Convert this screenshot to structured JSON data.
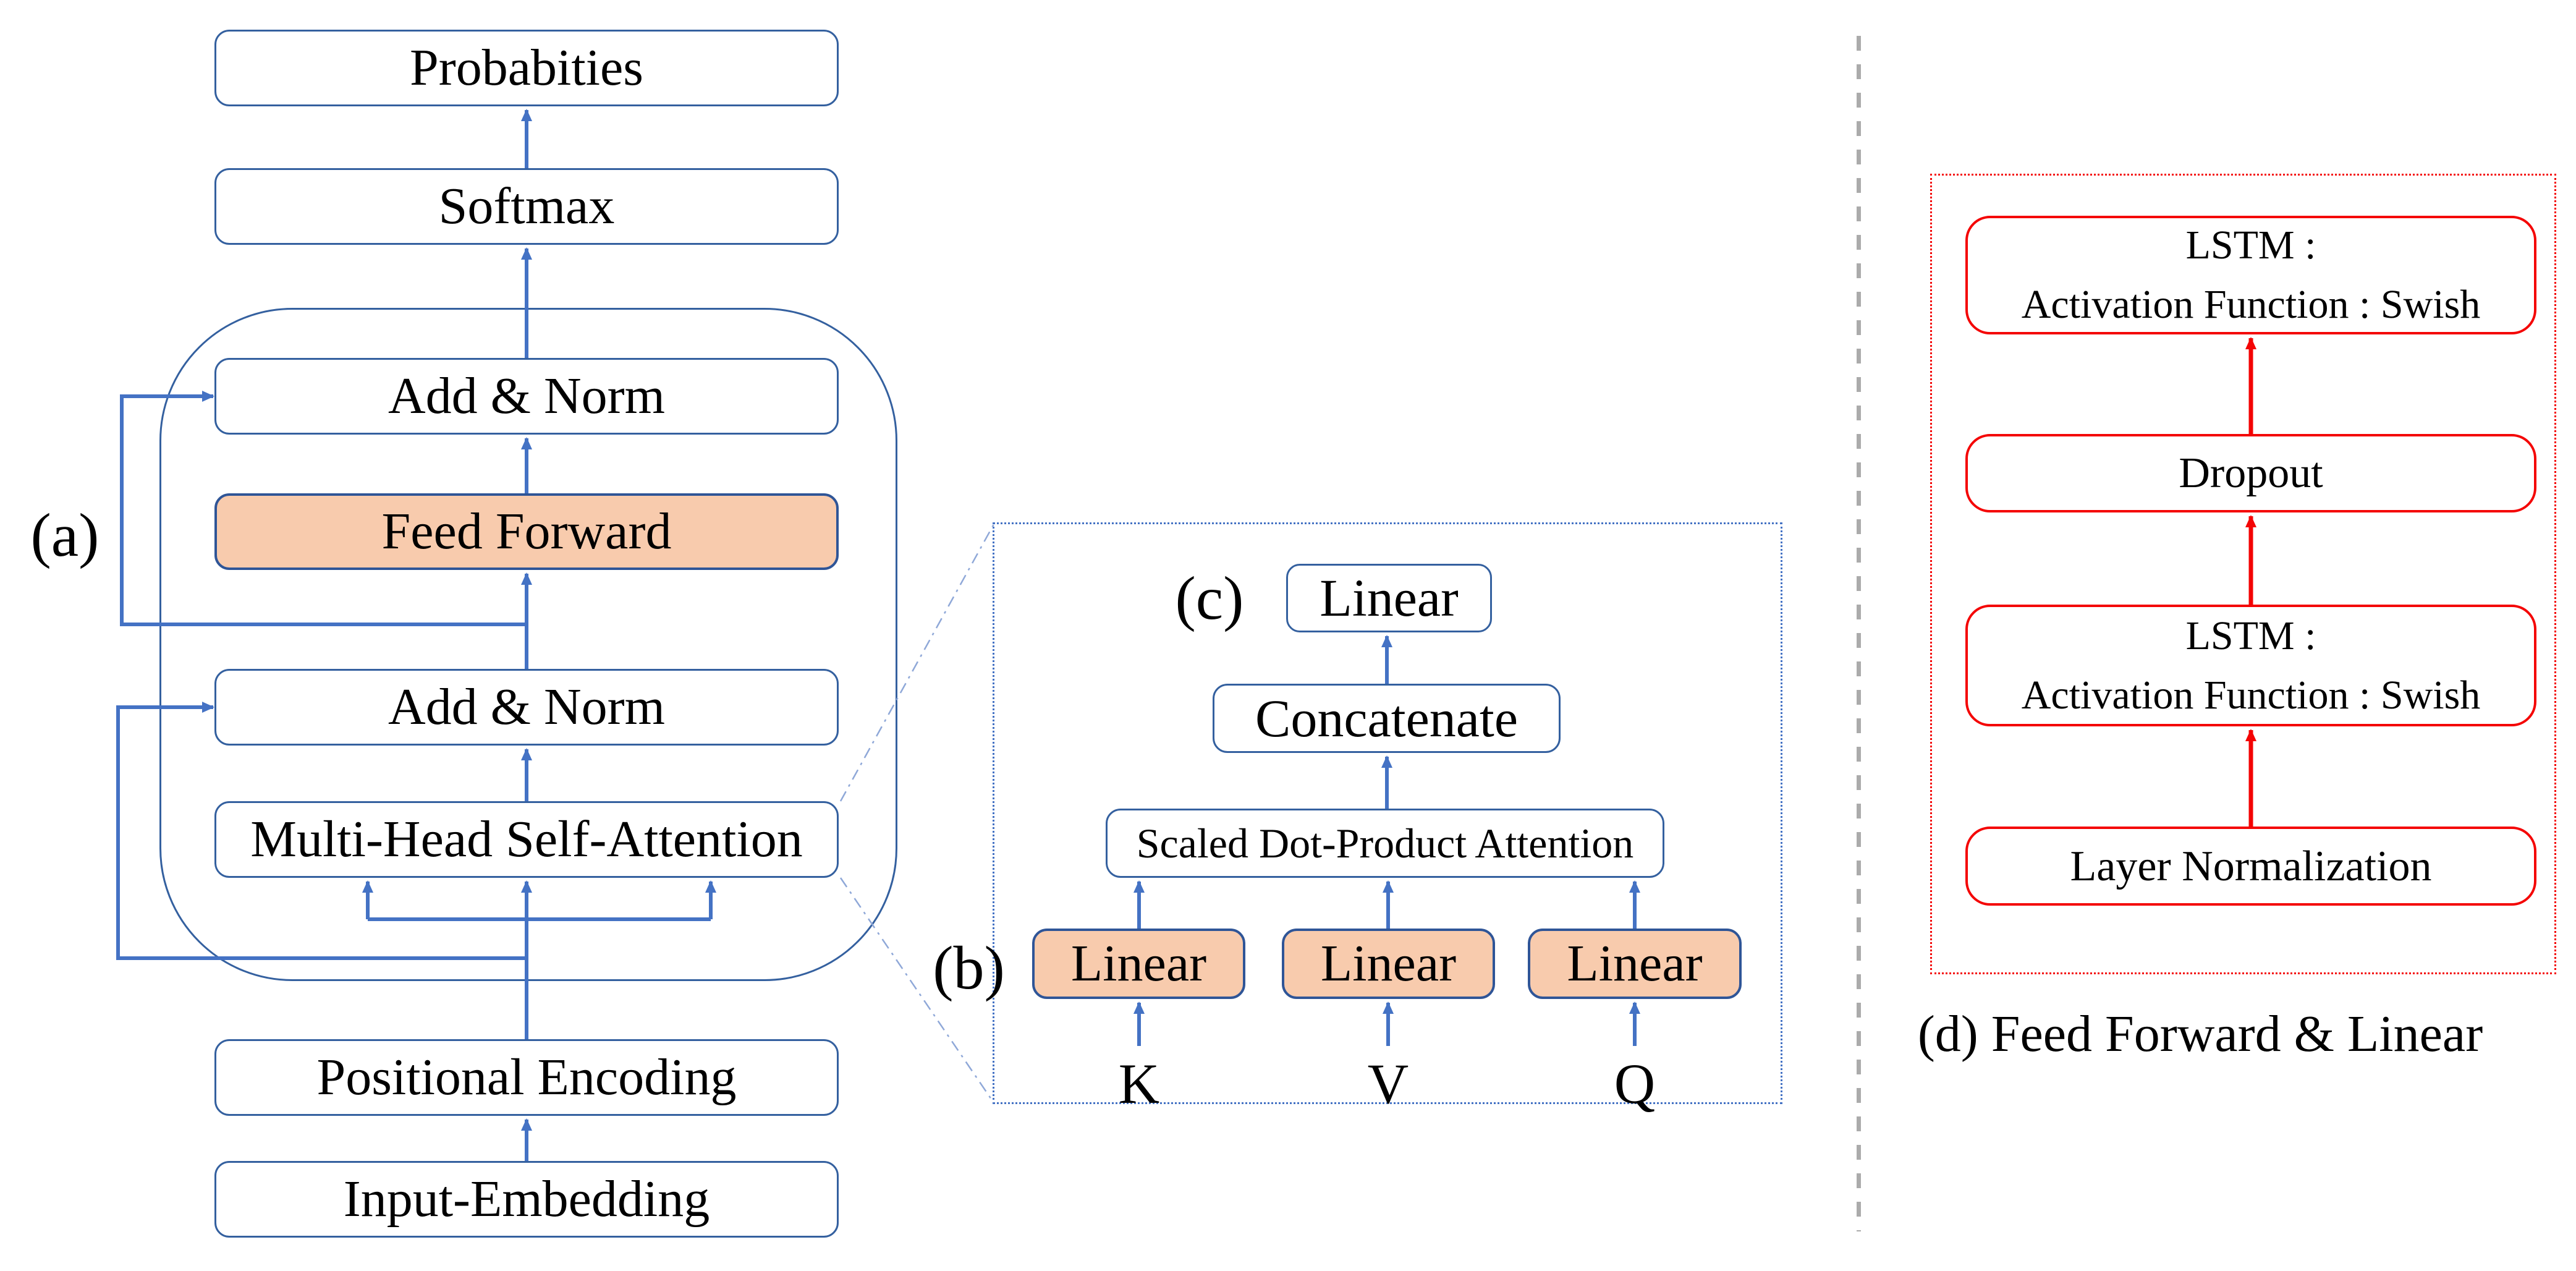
{
  "colors": {
    "blue_arrow": "#4472C4",
    "blue_border": "#34609F",
    "orange_fill": "#F8CBAD",
    "red": "#F40404",
    "divider_gray": "#ABABAB",
    "text": "#000000"
  },
  "panel_a": {
    "label": "(a)",
    "boxes": {
      "probabities": "Probabities",
      "softmax": "Softmax",
      "add_norm_top": "Add & Norm",
      "feed_forward": "Feed Forward",
      "add_norm_bottom": "Add & Norm",
      "multi_head_self_attention": "Multi-Head Self-Attention",
      "positional_encoding": "Positional Encoding",
      "input_embedding": "Input-Embedding"
    }
  },
  "panel_bc": {
    "label_b": "(b)",
    "label_c": "(c)",
    "boxes": {
      "linear_out": "Linear",
      "concatenate": "Concatenate",
      "scaled_dot_product_attention": "Scaled Dot-Product Attention",
      "linear_k": "Linear",
      "linear_v": "Linear",
      "linear_q": "Linear"
    },
    "inputs": {
      "k": "K",
      "v": "V",
      "q": "Q"
    }
  },
  "panel_d": {
    "caption": "(d) Feed Forward & Linear",
    "boxes": {
      "lstm_top": {
        "line1": "LSTM :",
        "line2": "Activation Function : Swish"
      },
      "dropout": "Dropout",
      "lstm_bottom": {
        "line1": "LSTM :",
        "line2": "Activation Function : Swish"
      },
      "layer_normalization": "Layer Normalization"
    }
  }
}
